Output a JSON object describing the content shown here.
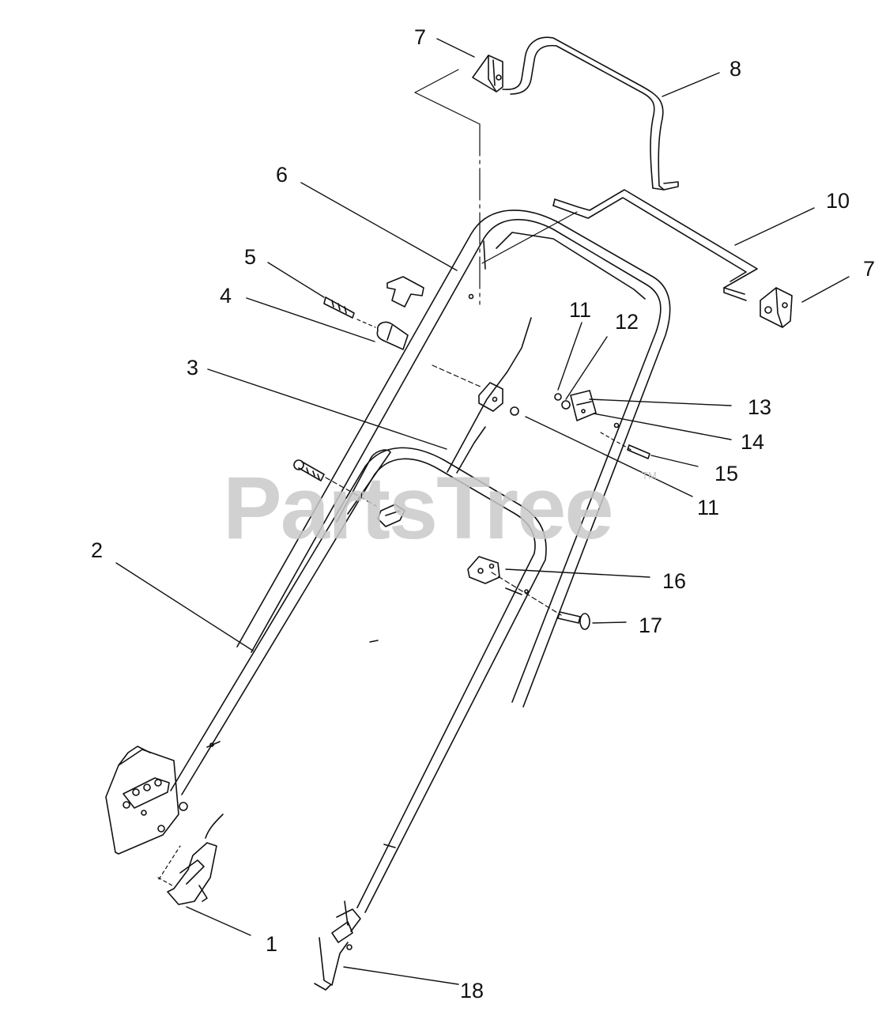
{
  "watermark": {
    "text": "PartsTree",
    "mark": "TM"
  },
  "callouts": {
    "c7a": "7",
    "c8": "8",
    "c6": "6",
    "c10": "10",
    "c7b": "7",
    "c5": "5",
    "c4": "4",
    "c11a": "11",
    "c12": "12",
    "c3": "3",
    "c13": "13",
    "c14": "14",
    "c15": "15",
    "c11b": "11",
    "c2": "2",
    "c16": "16",
    "c17": "17",
    "c1": "1",
    "c18": "18"
  }
}
